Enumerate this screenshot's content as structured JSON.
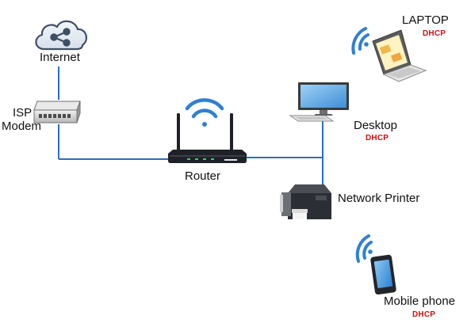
{
  "colors": {
    "link": "#2a6fc2",
    "wifi": "#2f7fd4",
    "dhcp": "#cc1111",
    "device_dark": "#1e2127",
    "cloud_fill": "#e3eaf2",
    "cloud_stroke": "#3e4f64"
  },
  "labels": {
    "internet": "Internet",
    "isp_line1": "ISP",
    "isp_line2": "Modem",
    "router": "Router",
    "laptop": "LAPTOP",
    "laptop_mode": "DHCP",
    "desktop": "Desktop",
    "desktop_mode": "DHCP",
    "printer": "Network Printer",
    "mobile": "Mobile phone",
    "mobile_mode": "DHCP"
  },
  "icons": {
    "internet": "cloud-share-icon",
    "modem": "modem-icon",
    "router": "wireless-router-icon",
    "laptop": "laptop-icon",
    "desktop": "desktop-computer-icon",
    "printer": "printer-icon",
    "phone": "mobile-phone-icon",
    "wifi": "wifi-signal-icon"
  }
}
